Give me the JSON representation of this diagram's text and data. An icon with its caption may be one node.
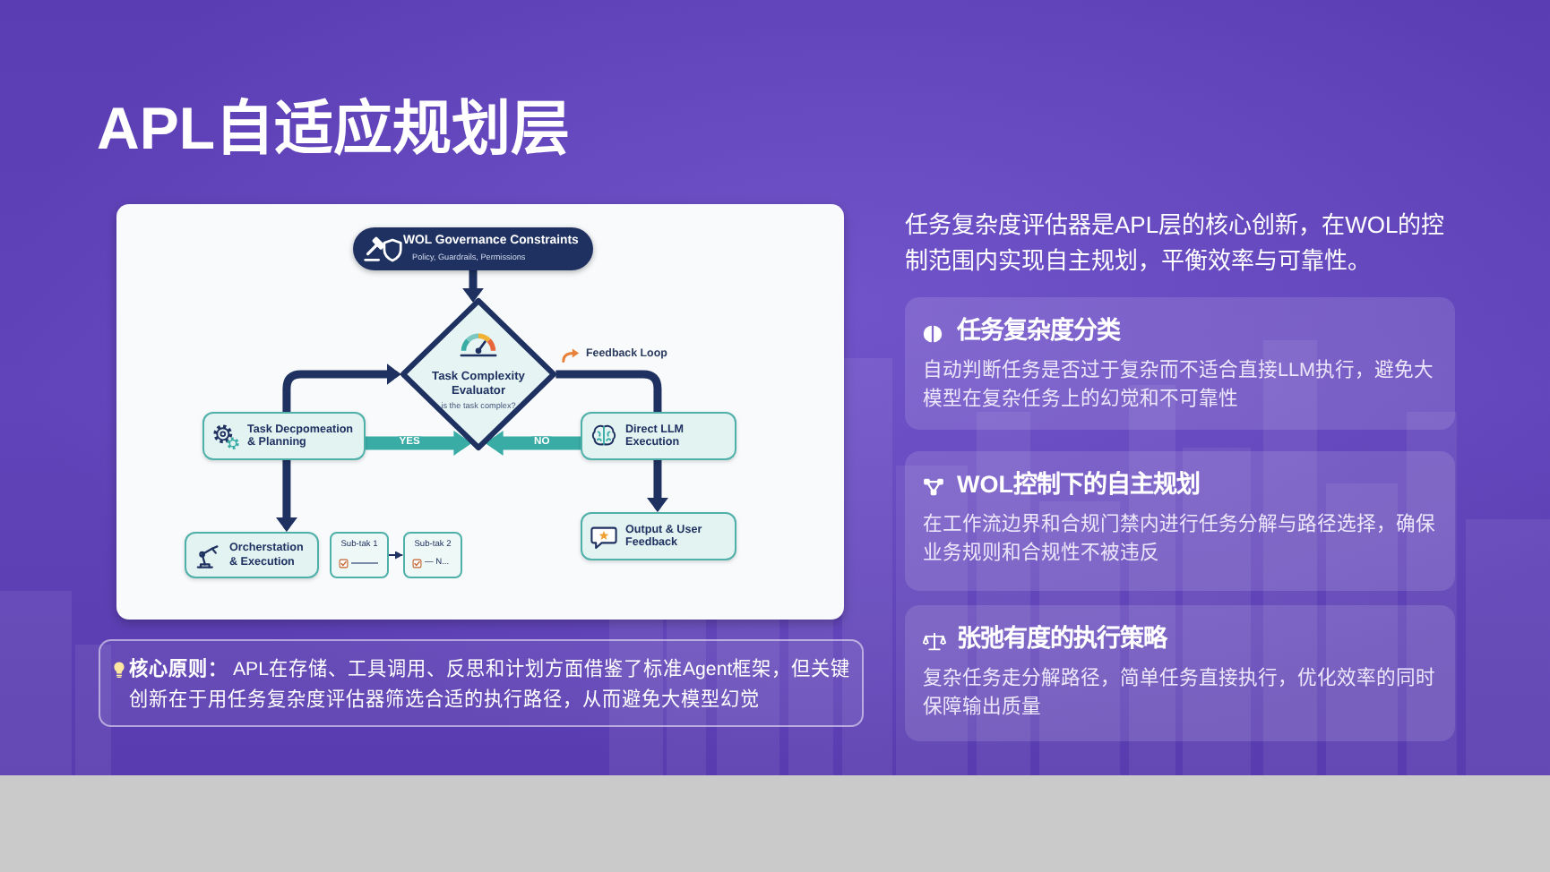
{
  "diagram": {
    "title": "APL自适应规划层",
    "nodes": [
      {
        "text": [
          "WOL Governance Constraints",
          "Policy, Guardrails, Permissions"
        ]
      },
      {
        "text": [
          "Task Complexity Evaluator",
          "is the task complex?"
        ]
      },
      {
        "text": [
          "Task Decpomeation & Planning"
        ]
      },
      {
        "text": [
          "Direct LLM Execution"
        ]
      },
      {
        "text": [
          "Orcherstation & Execution"
        ]
      },
      {
        "text": [
          "Sub-tak 1"
        ]
      },
      {
        "text": [
          "Sub-tak 2",
          "— N..."
        ]
      },
      {
        "text": [
          "Output & User Feedback"
        ]
      },
      {
        "text": [
          "**核心原则：** APL在存储、工具调用、反思和计划方面借鉴了标准Agent框架，但关键创新在于用任务复杂度评估器筛选合适的执行路径，从而避免大模型幻觉"
        ]
      },
      {
        "text": [
          "任务复杂度分类",
          "自动判断任务是否过于复杂而不适合直接LLM执行，避免大模型在复杂任务上的幻觉和不可靠性"
        ]
      },
      {
        "text": [
          "WOL控制下的自主规划",
          "在工作流边界和合规门禁内进行任务分解与路径选择，确保业务规则和合规性不被违反"
        ]
      },
      {
        "text": [
          "张弛有度的执行策略",
          "复杂任务走分解路径，简单任务直接执行，优化效率的同时保障输出质量"
        ]
      }
    ],
    "edges": [
      {
        "from": 0,
        "to": 1,
        "arrow": "to"
      },
      {
        "from": 2,
        "to": 1,
        "arrow": "to"
      },
      {
        "from": 1,
        "to": 3,
        "arrow": "none"
      },
      {
        "from": 2,
        "to": 1,
        "arrow": "to",
        "label": "YES",
        "color": "#3aaca6"
      },
      {
        "from": 3,
        "to": 1,
        "arrow": "to",
        "label": "NO",
        "color": "#3aaca6"
      },
      {
        "from": 2,
        "to": 4,
        "arrow": "to"
      },
      {
        "from": 3,
        "to": 7,
        "arrow": "to"
      },
      {
        "from": 5,
        "to": 6,
        "arrow": "to"
      }
    ],
    "labels": [
      "任务复杂度评估器是APL层的核心创新，在WOL的控制范围内实现自主规划，平衡效率与可靠性。",
      "Feedback Loop"
    ]
  }
}
